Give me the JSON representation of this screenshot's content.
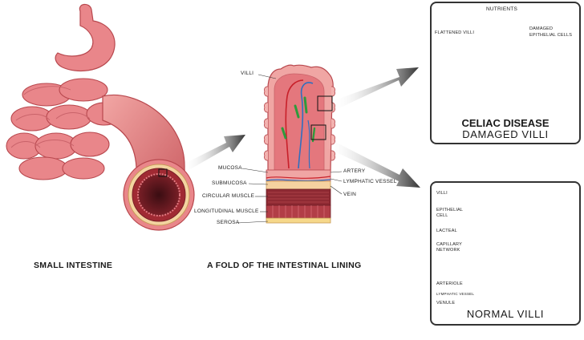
{
  "colors": {
    "tissue": "#e9868a",
    "tissue_dark": "#b8484e",
    "tissue_light": "#f5b8b5",
    "artery": "#c8202a",
    "vein": "#2f6fc0",
    "lymph": "#2e9a3c",
    "fat": "#f1cf6b",
    "arrow": "#333333"
  },
  "captions": {
    "small_intestine": "SMALL INTESTINE",
    "fold": "A FOLD OF THE INTESTINAL LINING"
  },
  "fold_labels": {
    "villi": "VILLI",
    "mucosa": "MUCOSA",
    "submucosa": "SUBMUCOSA",
    "circular_muscle": "CIRCULAR MUSCLE",
    "longitudinal_muscle": "LONGITUDINAL MUSCLE",
    "serosa": "SEROSA",
    "artery": "ARTERY",
    "lymphatic_vessel": "LYMPHATIC VESSEL",
    "vein": "VEIN"
  },
  "celiac_panel": {
    "nutrients": "NUTRIENTS",
    "flattened_villi": "FLATTENED VILLI",
    "damaged_cells_1": "DAMAGED",
    "damaged_cells_2": "EPITHELIAL CELLS",
    "title_line1": "CELIAC DISEASE",
    "title_line2": "DAMAGED VILLI"
  },
  "normal_panel": {
    "villi": "VILLI",
    "epithelial_1": "EPITHELIAL",
    "epithelial_2": "CELL",
    "lacteal": "LACTEAL",
    "capillary_1": "CAPILLARY",
    "capillary_2": "NETWORK",
    "arteriole": "ARTERIOLE",
    "lymphatic_vessel": "LYMPHATIC VESSEL",
    "venule": "VENULE",
    "title": "NORMAL VILLI"
  }
}
